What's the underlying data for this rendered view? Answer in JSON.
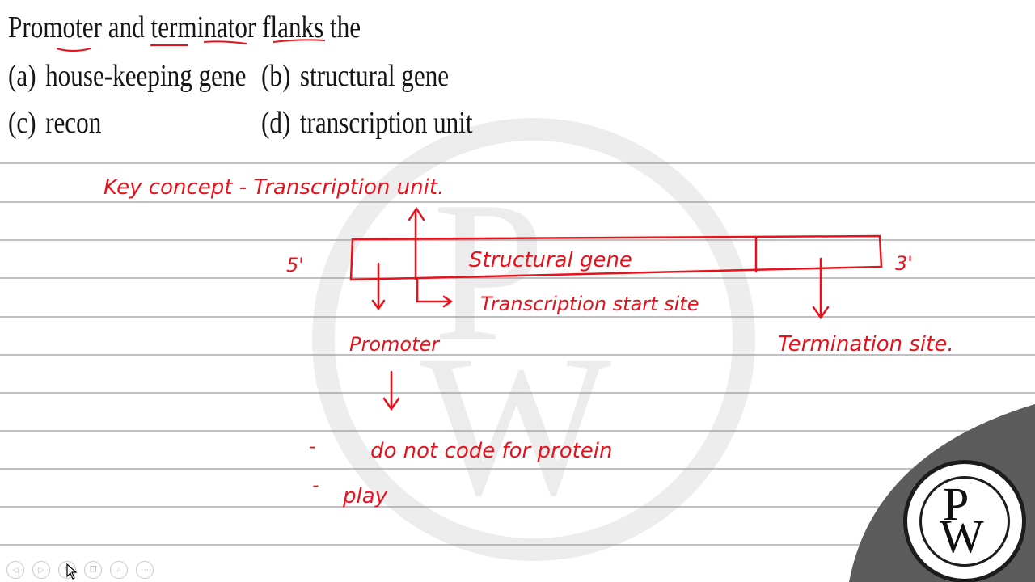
{
  "question": {
    "stem": "Promoter and terminator flanks the",
    "options": [
      {
        "label": "(a)",
        "text": "house-keeping gene"
      },
      {
        "label": "(b)",
        "text": "structural gene"
      },
      {
        "label": "(c)",
        "text": "recon"
      },
      {
        "label": "(d)",
        "text": "transcription unit"
      }
    ]
  },
  "notes": {
    "key_concept": "Key concept - Transcription unit.",
    "five_prime": "5'",
    "three_prime": "3'",
    "structural_gene": "Structural gene",
    "tss": "Transcription start site",
    "promoter": "Promoter",
    "termination": "Termination site.",
    "bullet1_dash": "-",
    "bullet1": "do not code for protein",
    "bullet2_dash": "-",
    "bullet2": "play"
  },
  "logo": {
    "top": "P",
    "bottom": "W"
  },
  "player_controls": [
    {
      "icon": "prev-icon",
      "glyph": "◁"
    },
    {
      "icon": "next-icon",
      "glyph": "▷"
    },
    {
      "icon": "pen-icon",
      "glyph": "✎"
    },
    {
      "icon": "copy-icon",
      "glyph": "❐"
    },
    {
      "icon": "zoom-icon",
      "glyph": "⌕"
    },
    {
      "icon": "more-icon",
      "glyph": "⋯"
    }
  ],
  "colors": {
    "ink": "#e8121c",
    "text": "#151515",
    "rule": "#9a9a9a"
  }
}
